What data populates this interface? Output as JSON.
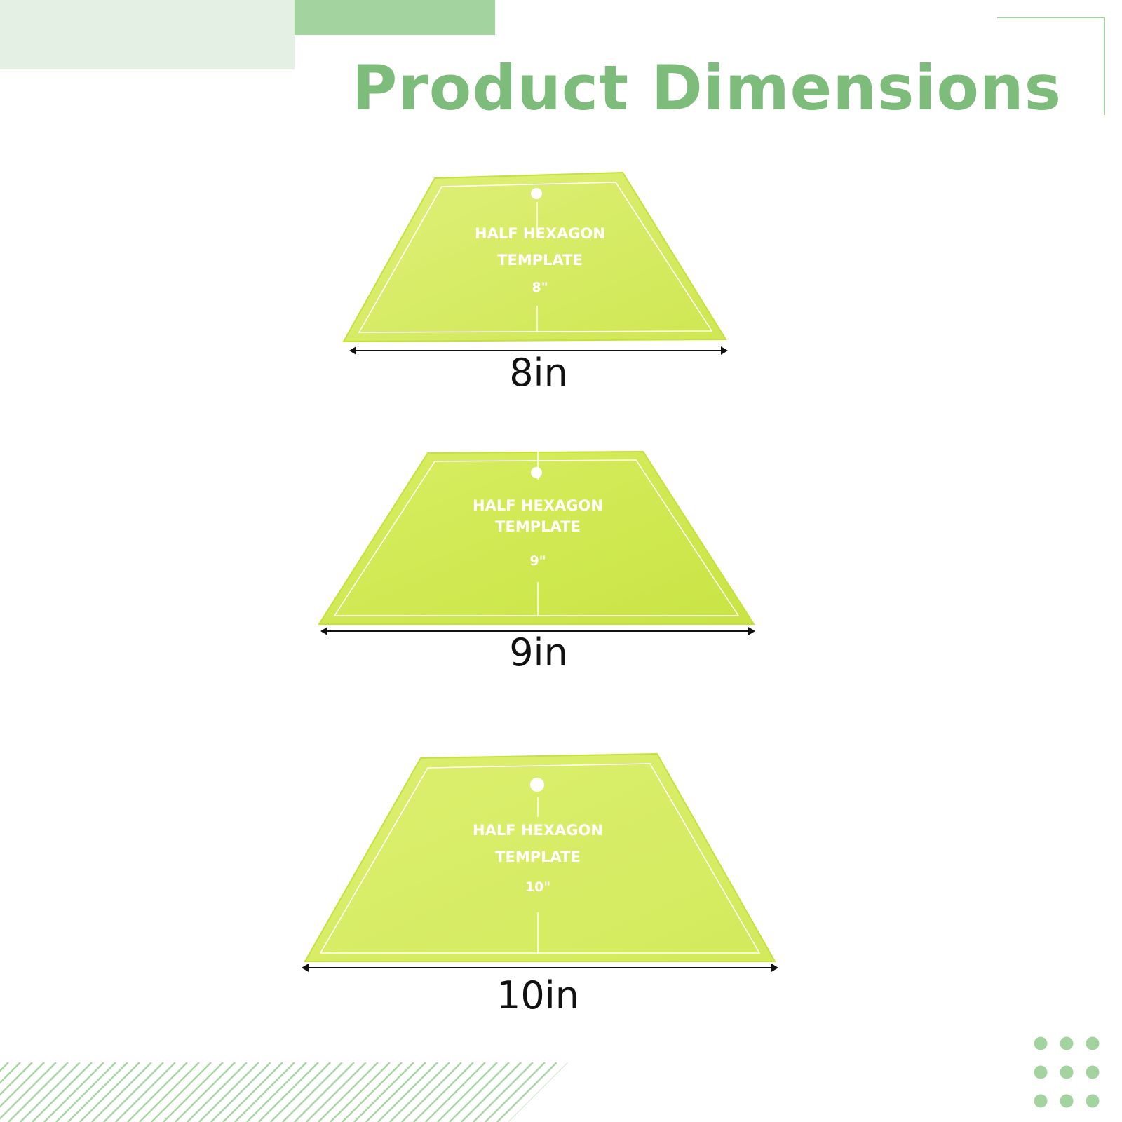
{
  "title": "Product Dimensions",
  "colors": {
    "accent": "#7dbc7a",
    "plastic": "#d6ec5c",
    "plastic_edge": "#c4e23c",
    "text_dark": "#111111"
  },
  "templates": [
    {
      "name": "HALF HEXAGON",
      "subtitle": "TEMPLATE",
      "size_mark": "8\"",
      "dimension_label": "8in"
    },
    {
      "name": "HALF HEXAGON",
      "subtitle": "TEMPLATE",
      "size_mark": "9\"",
      "dimension_label": "9in"
    },
    {
      "name": "HALF HEXAGON",
      "subtitle": "TEMPLATE",
      "size_mark": "10\"",
      "dimension_label": "10in"
    }
  ],
  "icons": [
    "double-arrow-icon",
    "hanging-hole-icon"
  ]
}
